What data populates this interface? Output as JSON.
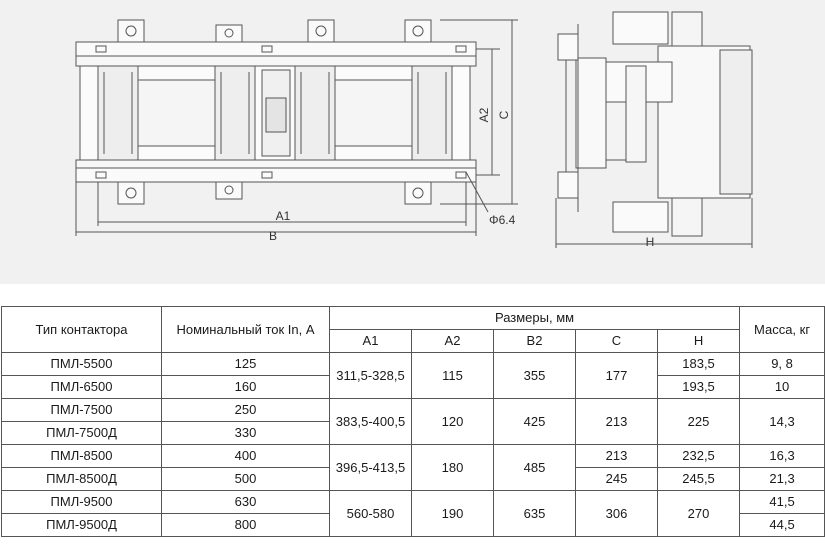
{
  "drawing": {
    "labels": {
      "a1": "A1",
      "b": "B",
      "a2": "A2",
      "c": "C",
      "hole": "Φ6.4",
      "h": "H"
    }
  },
  "table": {
    "headers": {
      "type": "Тип контактора",
      "current": "Номинальный ток In, А",
      "dims": "Размеры, мм",
      "a1": "А1",
      "a2": "А2",
      "b2": "В2",
      "c": "С",
      "h": "Н",
      "mass": "Масса, кг"
    },
    "rows": [
      {
        "type": "ПМЛ-5500",
        "current": "125",
        "h": "183,5",
        "mass": "9, 8"
      },
      {
        "type": "ПМЛ-6500",
        "current": "160",
        "h": "193,5",
        "mass": "10"
      },
      {
        "type": "ПМЛ-7500",
        "current": "250"
      },
      {
        "type": "ПМЛ-7500Д",
        "current": "330"
      },
      {
        "type": "ПМЛ-8500",
        "current": "400",
        "c": "213",
        "h": "232,5",
        "mass": "16,3"
      },
      {
        "type": "ПМЛ-8500Д",
        "current": "500",
        "c": "245",
        "h": "245,5",
        "mass": "21,3"
      },
      {
        "type": "ПМЛ-9500",
        "current": "630",
        "mass": "41,5"
      },
      {
        "type": "ПМЛ-9500Д",
        "current": "800",
        "mass": "44,5"
      }
    ],
    "groups": [
      {
        "a1": "311,5-328,5",
        "a2": "115",
        "b2": "355",
        "c": "177"
      },
      {
        "a1": "383,5-400,5",
        "a2": "120",
        "b2": "425",
        "c": "213",
        "h": "225",
        "mass": "14,3"
      },
      {
        "a1": "396,5-413,5",
        "a2": "180",
        "b2": "485"
      },
      {
        "a1": "560-580",
        "a2": "190",
        "b2": "635",
        "c": "306",
        "h": "270"
      }
    ]
  }
}
